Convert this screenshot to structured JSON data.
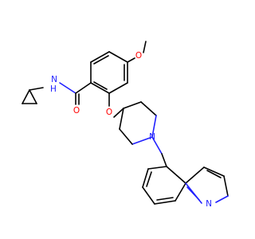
{
  "structure": {
    "atoms": {
      "amide_nh": {
        "text": "N",
        "suffix": "H",
        "color": "#2020ff"
      },
      "carbonyl_o": {
        "text": "O",
        "color": "#ff0000"
      },
      "methoxy_o": {
        "text": "O",
        "color": "#ff0000"
      },
      "ether_o": {
        "text": "O",
        "color": "#ff0000"
      },
      "piperidine_n": {
        "text": "N",
        "color": "#2020ff"
      },
      "quinoline_n": {
        "text": "N",
        "color": "#2020ff"
      }
    },
    "colors": {
      "bond": "#000000",
      "nitrogen": "#2020ff",
      "oxygen": "#ff0000",
      "background": "#ffffff"
    }
  }
}
